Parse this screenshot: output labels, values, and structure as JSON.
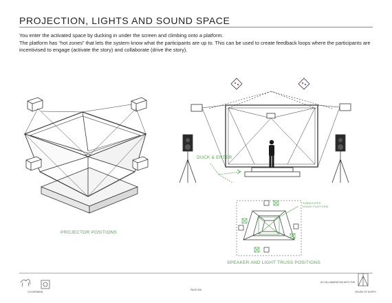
{
  "page": {
    "title": "PROJECTION, LIGHTS AND SOUND SPACE",
    "intro_line1": "You enter the activated space by ducking in under the screen and climbing onto a platform.",
    "intro_line2": "The platform has “hot zones” that lets the system know what the participants are up to. This can be used to create feedback loops where the participants are incentivised to engage (activate the story) and collaborate (drive the story)."
  },
  "labels": {
    "projector_positions": "PROJECTOR POSITIONS",
    "duck_enter": "DUCK & ENTER",
    "subwoofer_1": "SUBWOOFER",
    "subwoofer_2": "INSIDE PLATFORM",
    "speaker_truss": "SPEAKER AND LIGHT TRUSS POSITIONS"
  },
  "footer": {
    "page_id": "PAGE 006",
    "collab": "IN COLLABORATION WITH THE",
    "partner": "HOUSE OF NORTH",
    "brand": "CLEVERMIND"
  },
  "colors": {
    "accent_green": "#5aa35a",
    "line": "#333333"
  }
}
